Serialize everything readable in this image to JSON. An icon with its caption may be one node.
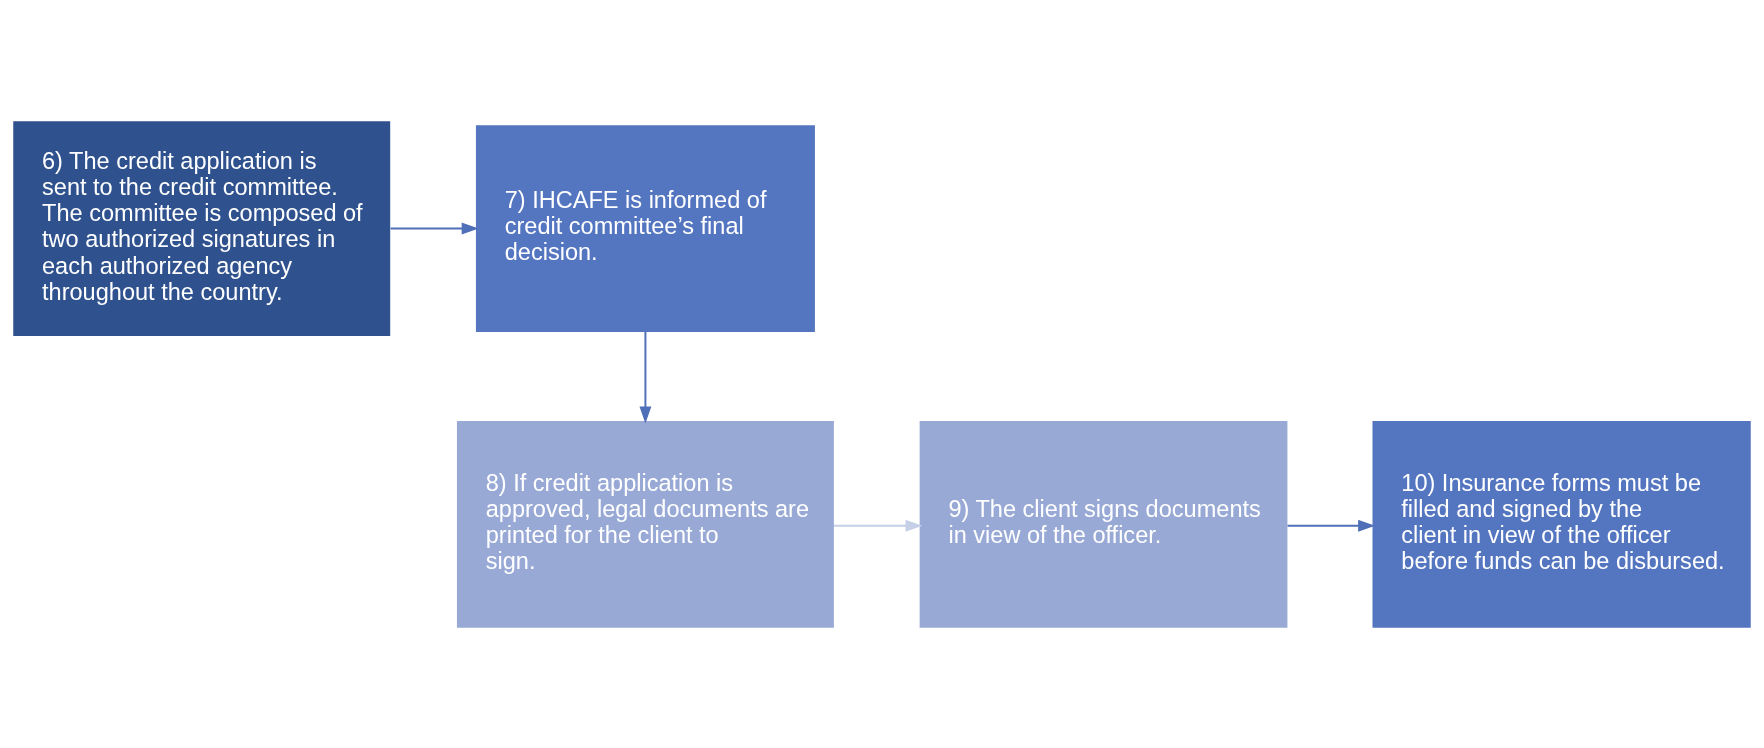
{
  "diagram": {
    "nodes": [
      {
        "text": [
          "6) The credit application is sent to the credit committee. The committee is composed of two authorized signatures in each authorized agency throughout the country."
        ]
      },
      {
        "text": [
          "7) IHCAFE is informed of credit committee’s final decision."
        ]
      },
      {
        "text": [
          "8) If credit application is approved, legal documents are printed for the client to sign."
        ]
      },
      {
        "text": [
          "9) The client signs documents in view of the officer."
        ]
      },
      {
        "text": [
          "10) Insurance forms must be filled and signed by the client in view of the officer before funds can be disbursed."
        ]
      }
    ],
    "edges": [
      {
        "from": 0,
        "to": 1,
        "arrow": "to"
      },
      {
        "from": 1,
        "to": 2,
        "arrow": "to"
      },
      {
        "from": 2,
        "to": 3,
        "arrow": "to",
        "color": "#c5d0e8"
      },
      {
        "from": 3,
        "to": 4,
        "arrow": "to"
      }
    ]
  }
}
